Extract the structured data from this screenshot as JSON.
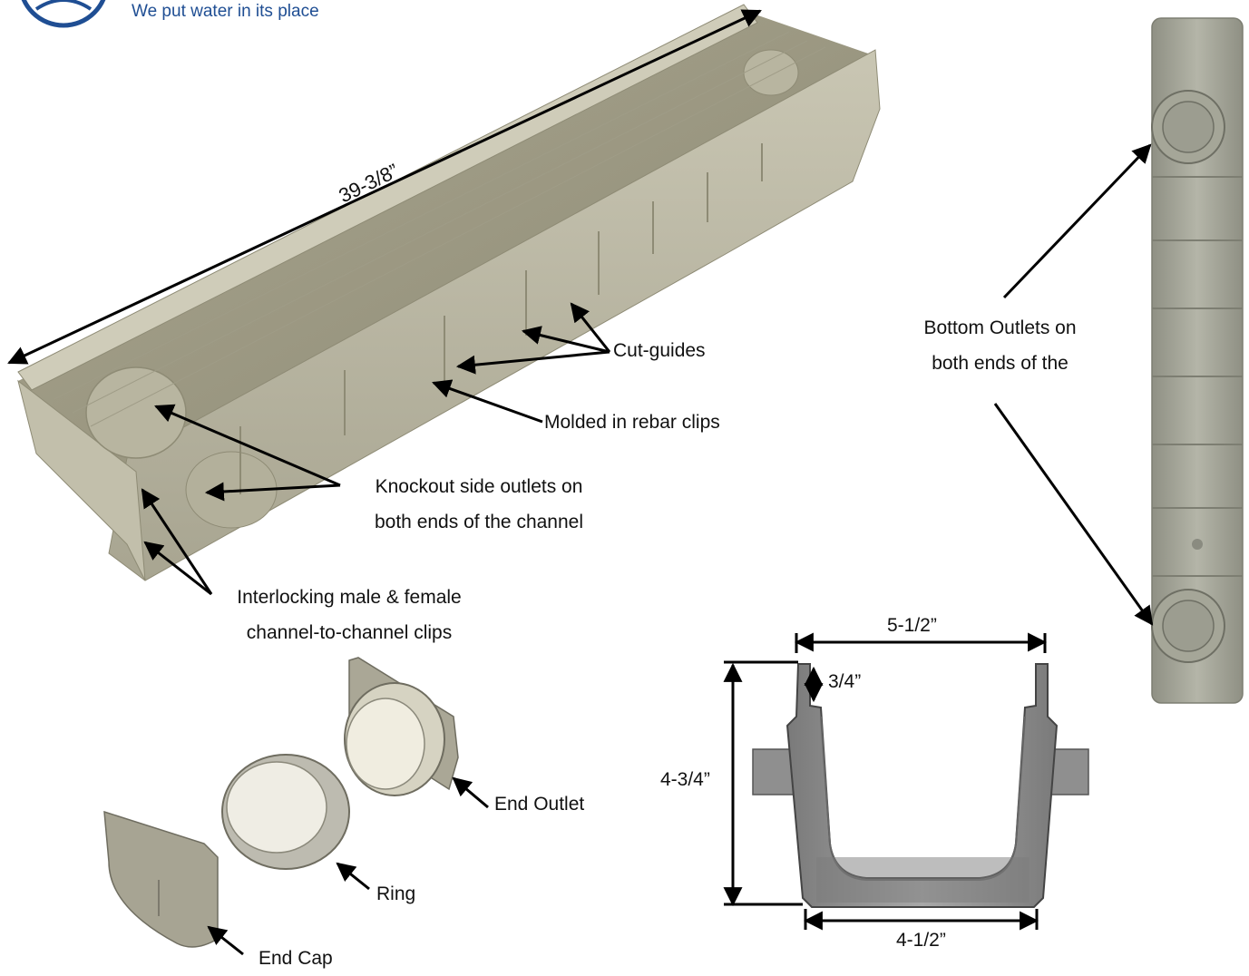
{
  "brand": {
    "tagline": "We put water in its place",
    "logo_color": "#1f4e93"
  },
  "channel": {
    "length_label": "39-3/8”"
  },
  "callouts": {
    "cut_guides": "Cut-guides",
    "rebar_clips": "Molded in rebar clips",
    "knockout_line1": "Knockout side outlets on",
    "knockout_line2": "both ends of the channel",
    "interlock_line1": "Interlocking male & female",
    "interlock_line2": "channel-to-channel clips",
    "bottom_outlets_line1": "Bottom Outlets on",
    "bottom_outlets_line2": "both ends of the"
  },
  "accessories": {
    "end_outlet": "End Outlet",
    "ring": "Ring",
    "end_cap": "End Cap"
  },
  "cross_section": {
    "top_width": "5-1/2”",
    "lip_height": "3/4”",
    "total_height": "4-3/4”",
    "bottom_width": "4-1/2”"
  },
  "colors": {
    "channel_body": "#b5b19c",
    "channel_dark": "#8c8975",
    "bottom_view": "#a9aa9c",
    "section_gray": "#8d8d8d"
  }
}
